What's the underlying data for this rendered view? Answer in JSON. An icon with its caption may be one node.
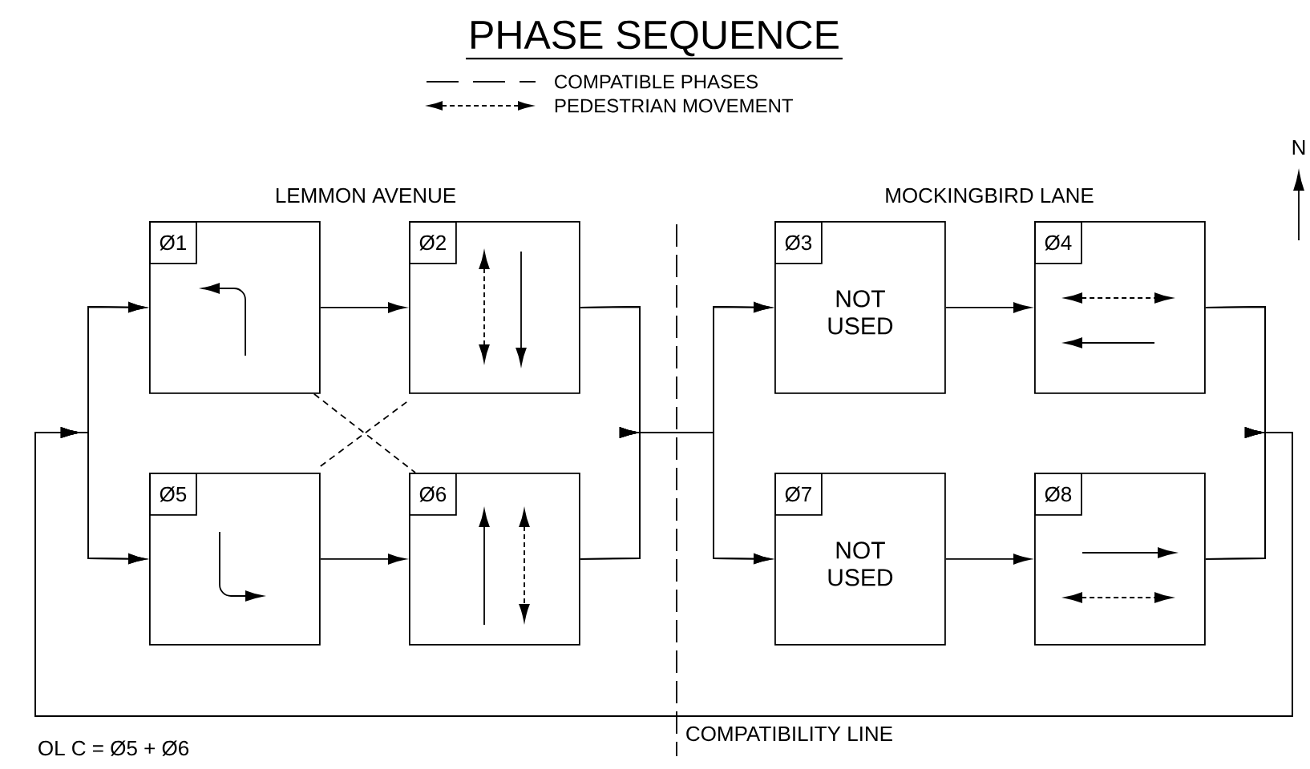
{
  "diagram": {
    "title": "PHASE SEQUENCE",
    "nodes": [
      {
        "text": [
          "Ø1"
        ]
      },
      {
        "text": [
          "Ø2"
        ]
      },
      {
        "text": [
          "Ø3",
          "NOT USED"
        ]
      },
      {
        "text": [
          "Ø4"
        ]
      },
      {
        "text": [
          "Ø5"
        ]
      },
      {
        "text": [
          "Ø6"
        ]
      },
      {
        "text": [
          "Ø7",
          "NOT USED"
        ]
      },
      {
        "text": [
          "Ø8"
        ]
      }
    ],
    "edges": [
      {
        "from": 0,
        "to": 1,
        "arrow": "to"
      },
      {
        "from": 4,
        "to": 5,
        "arrow": "to"
      },
      {
        "from": 2,
        "to": 3,
        "arrow": "to"
      },
      {
        "from": 6,
        "to": 7,
        "arrow": "to"
      },
      {
        "from": 1,
        "to": 2,
        "arrow": "to"
      },
      {
        "from": 1,
        "to": 6,
        "arrow": "to"
      },
      {
        "from": 5,
        "to": 2,
        "arrow": "to"
      },
      {
        "from": 5,
        "to": 6,
        "arrow": "to"
      },
      {
        "from": 3,
        "to": 0,
        "arrow": "to"
      },
      {
        "from": 3,
        "to": 4,
        "arrow": "to"
      },
      {
        "from": 7,
        "to": 0,
        "arrow": "to"
      },
      {
        "from": 7,
        "to": 4,
        "arrow": "to"
      },
      {
        "from": 0,
        "to": 5,
        "arrow": "none",
        "style": "dashed"
      },
      {
        "from": 4,
        "to": 1,
        "arrow": "none",
        "style": "dashed"
      }
    ],
    "labels": [
      "N",
      "LEMMON AVENUE",
      "MOCKINGBIRD LANE",
      "COMPATIBILITY LINE",
      "OL C = Ø5 + Ø6"
    ],
    "legend": [
      {
        "text": "COMPATIBLE PHASES"
      },
      {
        "text": "PEDESTRIAN MOVEMENT"
      }
    ]
  }
}
